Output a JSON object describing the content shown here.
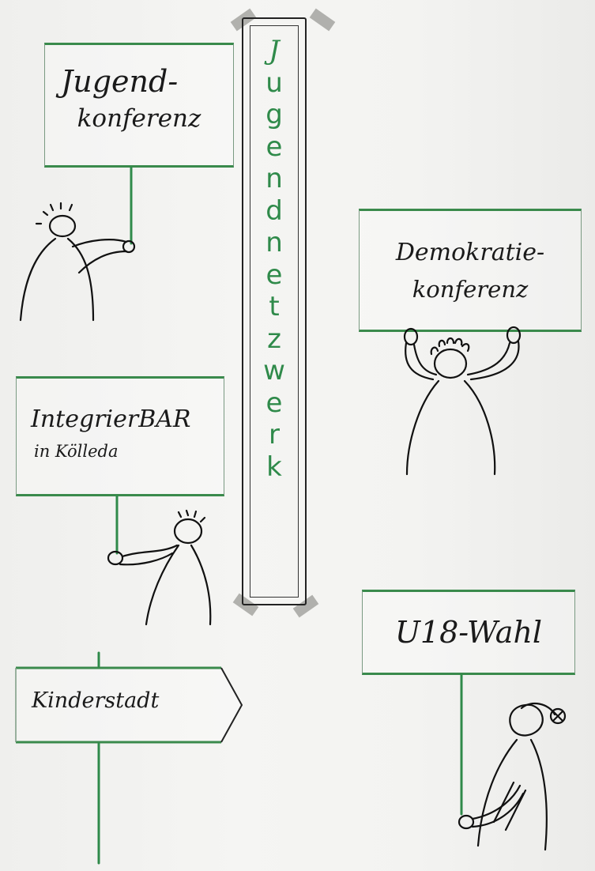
{
  "banner": {
    "letters": [
      "J",
      "u",
      "g",
      "e",
      "n",
      "d",
      "n",
      "e",
      "t",
      "z",
      "w",
      "e",
      "r",
      "k"
    ]
  },
  "signs": {
    "jugendkonferenz": {
      "line1": "Jugend-",
      "line2": "konferenz"
    },
    "demokratiekonferenz": {
      "line1": "Demokratie-",
      "line2": "konferenz"
    },
    "integrierbar": {
      "line1": "IntegrierBAR",
      "line2": "in Kölleda"
    },
    "kinderstadt": {
      "label": "Kinderstadt"
    },
    "u18wahl": {
      "label": "U18-Wahl"
    }
  },
  "colors": {
    "accent_green": "#3a8a4c",
    "banner_text_green": "#2f8a4a",
    "ink": "#1a1a1a"
  }
}
